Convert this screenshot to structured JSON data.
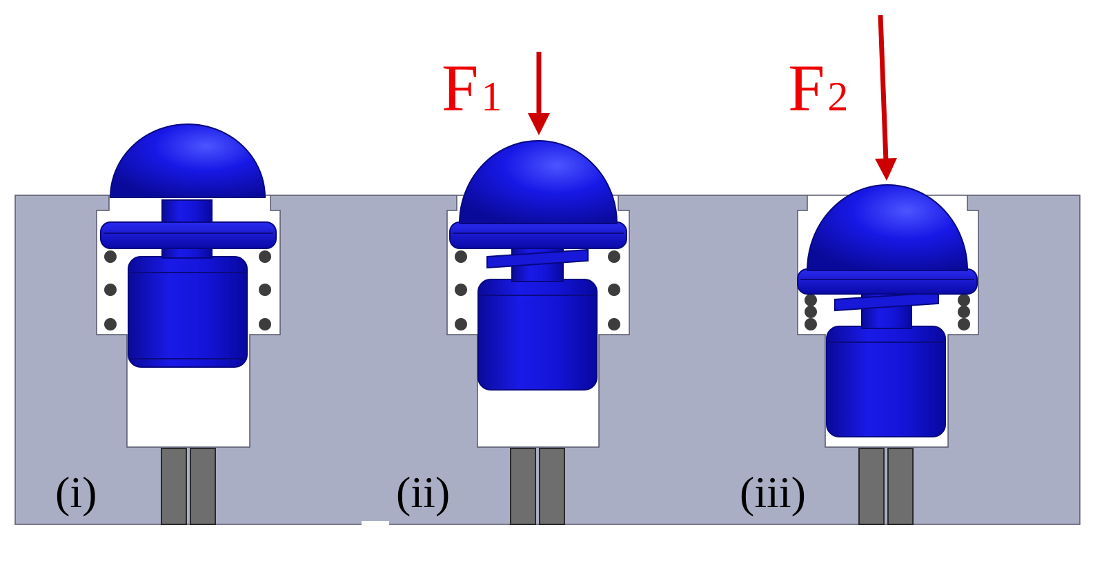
{
  "panels": [
    {
      "label": "(i)",
      "force": null
    },
    {
      "label": "(ii)",
      "force": {
        "letter": "F",
        "subscript": "1"
      }
    },
    {
      "label": "(iii)",
      "force": {
        "letter": "F",
        "subscript": "2"
      }
    }
  ],
  "colors": {
    "background": "#ffffff",
    "housing": "#aaaec4",
    "housing_edge": "#55576a",
    "cavity": "#ffffff",
    "button": "#1010e0",
    "button_dark": "#0a0a9a",
    "button_light": "#4b55ff",
    "spring": "#3d3d3d",
    "leads": "#6e6e6e",
    "force": "#cc0000",
    "force_text": "#ee0000"
  }
}
